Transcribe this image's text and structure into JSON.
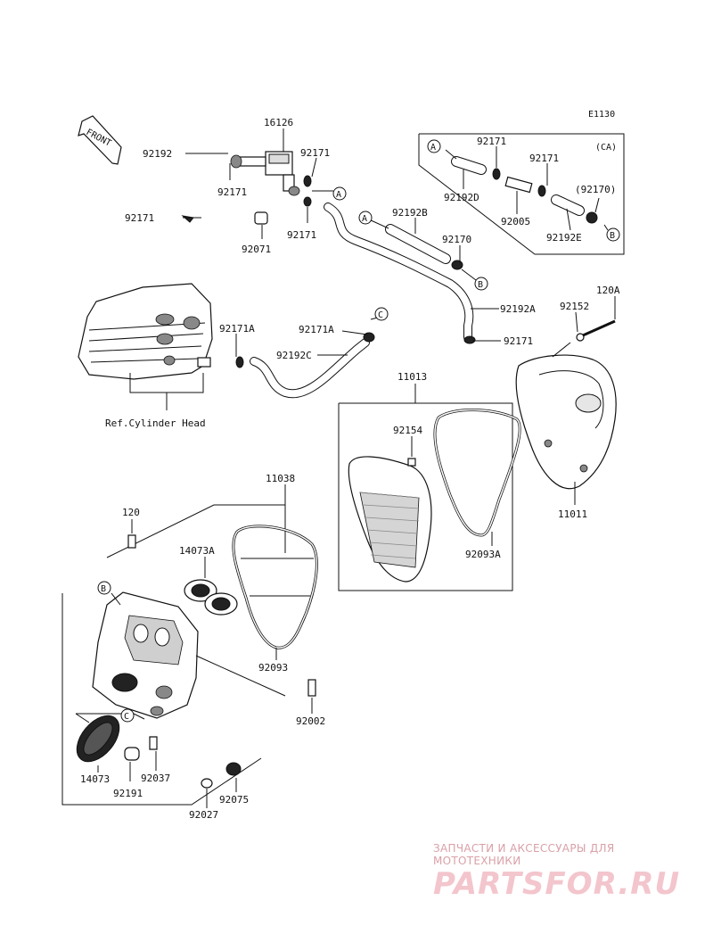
{
  "diagram": {
    "code": "E1130",
    "front_label": "FRONT",
    "variant_label": "(CA)",
    "ref_label": "Ref.Cylinder Head",
    "labels": {
      "p16126": "16126",
      "p92192": "92192",
      "p92171_a": "92171",
      "p92171_b": "92171",
      "p92171_c": "92171",
      "p92171_d": "92171",
      "p92071": "92071",
      "p92192B": "92192B",
      "p92170": "92170",
      "p92192A": "92192A",
      "p92171_e": "92171",
      "p92171A_1": "92171A",
      "p92171A_2": "92171A",
      "p92192C": "92192C",
      "ca_92171_1": "92171",
      "ca_92171_2": "92171",
      "ca_92170": "(92170)",
      "ca_92192D": "92192D",
      "ca_92005": "92005",
      "ca_92192E": "92192E",
      "p120A": "120A",
      "p92152": "92152",
      "p11011": "11011",
      "p11013": "11013",
      "p92154": "92154",
      "p92093A": "92093A",
      "p11038": "11038",
      "p120": "120",
      "p14073A": "14073A",
      "p92093": "92093",
      "p92002": "92002",
      "p14073": "14073",
      "p92037": "92037",
      "p92191": "92191",
      "p92075": "92075",
      "p92027": "92027"
    },
    "connectors": {
      "A": "A",
      "B": "B",
      "C": "C"
    }
  },
  "watermark": {
    "line1": "ЗАПЧАСТИ И АКСЕССУАРЫ ДЛЯ МОТОТЕХНИКИ",
    "line2": "PARTSFOR.RU",
    "color": "#f3c5cc"
  }
}
